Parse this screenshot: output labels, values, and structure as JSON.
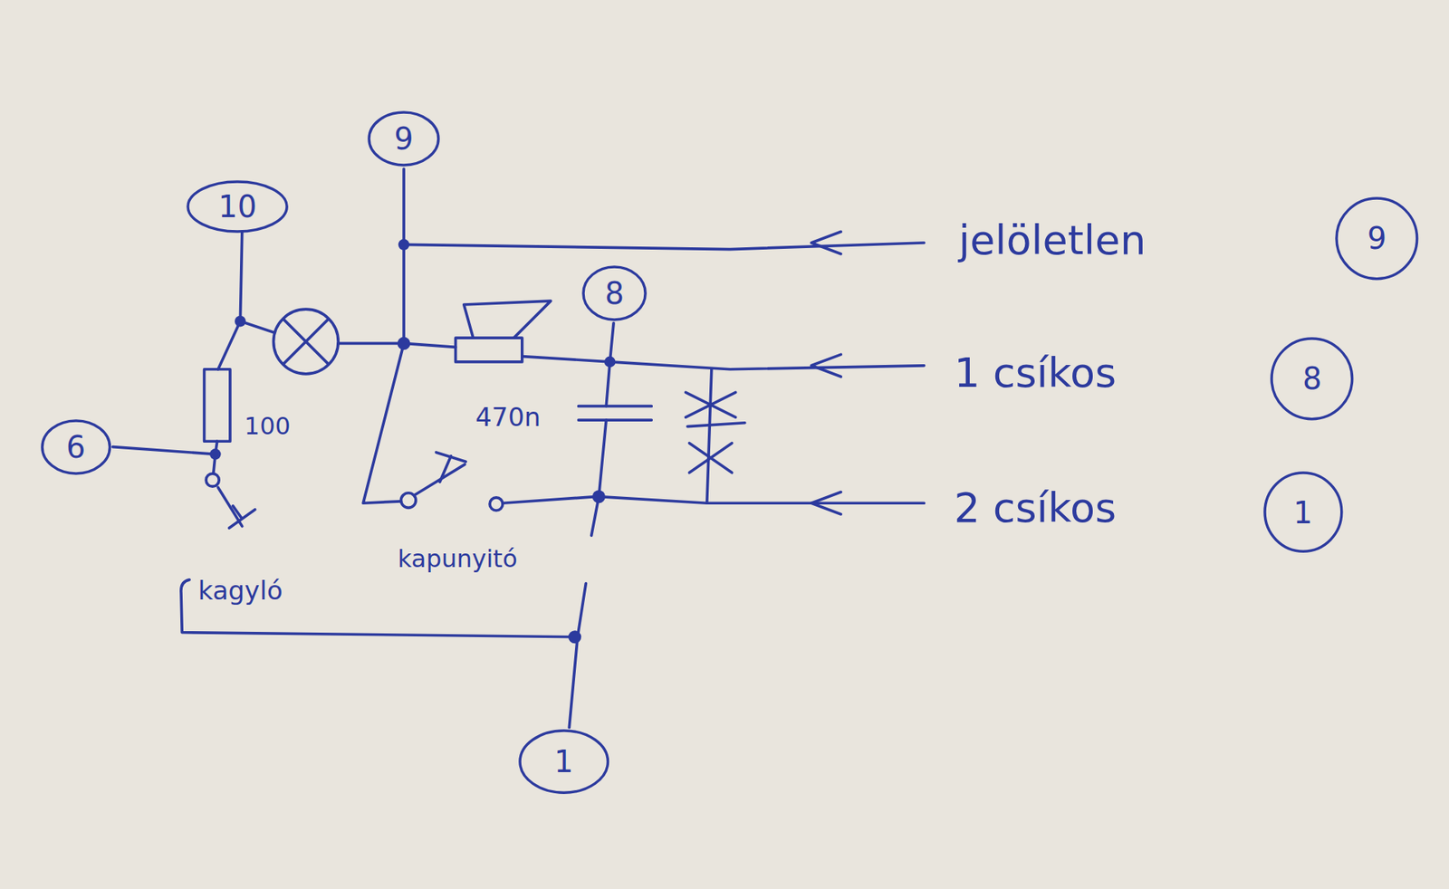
{
  "diagram": {
    "nodes": [
      {
        "text": [
          "9"
        ]
      },
      {
        "text": [
          "10"
        ]
      },
      {
        "text": [
          "9"
        ]
      },
      {
        "text": [
          "8"
        ]
      },
      {
        "text": [
          "8"
        ]
      },
      {
        "text": [
          "6"
        ]
      },
      {
        "text": [
          "1"
        ]
      },
      {
        "text": [
          "1"
        ]
      }
    ],
    "labels": [
      "jelöletlen",
      "1 csíkos",
      "470n",
      "100",
      "2 csíkos",
      "kapunyitó",
      "kagyló"
    ]
  }
}
